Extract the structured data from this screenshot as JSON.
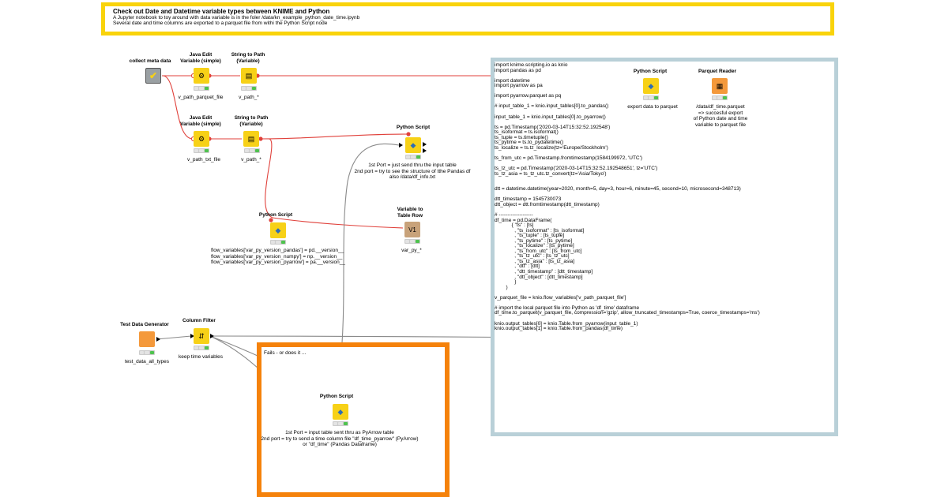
{
  "top_annotation": {
    "title": "Check out Date and Datetime variable types between KNIME and Python",
    "line1": "A Jupyter notebook to toy around with data variable is in the foler /data/kn_example_python_date_time.ipynb",
    "line2": "Several date and time columns are exported to a parquet file from withi the Python Script node"
  },
  "code_annotation": {
    "lines": [
      "import knime.scripting.io as knio",
      "import pandas as pd",
      "",
      "import datetime",
      "import pyarrow as pa",
      "",
      "import pyarrow.parquet as pq",
      "",
      "# input_table_1 = knio.input_tables[0].to_pandas()",
      "",
      "input_table_1 = knio.input_tables[0].to_pyarrow()",
      "",
      "ts = pd.Timestamp('2020-03-14T15:32:52.192548')",
      "ts_isoformat = ts.isoformat()",
      "ts_tuple = ts.timetuple()",
      "ts_pytime = ts.to_pydatetime()",
      "ts_localize = ts.tz_localize(tz='Europe/Stockholm')",
      "",
      "ts_from_utc = pd.Timestamp.fromtimestamp(1584199972, 'UTC')",
      "",
      "ts_tz_utc = pd.Timestamp('2020-03-14T15:32:52.192548651', tz='UTC')",
      "ts_tz_asia = ts_tz_utc.tz_convert(tz='Asia/Tokyo')",
      "",
      "",
      "dtt = datetime.datetime(year=2020, month=5, day=3, hour=6, minute=45, second=10, microsecond=348713)",
      "",
      "dtt_timestamp = 1545730073",
      "dtt_object = dtt.fromtimestamp(dtt_timestamp)",
      "",
      "# --------------------",
      "df_time = pd.DataFrame(",
      "            { \"ts\" : [ts]",
      "              , \"ts_isoformat\" : [ts_isoformat]",
      "              , \"ts_tuple\" : [ts_tuple]",
      "              , \"ts_pytime\" : [ts_pytime]",
      "              , \"ts_localize\" : [ts_pytime]",
      "              , \"ts_from_utc\" : [ts_from_utc]",
      "              , \"ts_tz_utc\" : [ts_tz_utc]",
      "              , \"ts_tz_asia\" : [ts_tz_asia]",
      "              , \"dtt\" : [dtt]",
      "              , \"dtt_timestamp\" : [dtt_timestamp]",
      "              , \"dtt_object\" : [dtt_timestamp]",
      "              }",
      "        )",
      "",
      "v_parquet_file = knio.flow_variables['v_path_parquet_file']",
      "",
      "# import the local parquet file into Python as 'df_time' dataframe",
      "df_time.to_parquet(v_parquet_file, compression='gzip', allow_truncated_timestamps=True, coerce_timestamps='ms')",
      "",
      "knio.output_tables[0] = knio.Table.from_pyarrow(input_table_1)",
      "knio.output_tables[1] = knio.Table.from_pandas(df_time)"
    ]
  },
  "orange_annotation": {
    "text": "Fails - or does it ..."
  },
  "nodes": {
    "collect_meta": {
      "title": "collect meta data",
      "label": ""
    },
    "java_edit_1": {
      "title_1": "Java Edit",
      "title_2": "Variable (simple)",
      "label": "v_path_parquet_file"
    },
    "string_path_1": {
      "title_1": "String to Path",
      "title_2": "(Variable)",
      "label": "v_path_*"
    },
    "java_edit_2": {
      "title_1": "Java Edit",
      "title_2": "Variable (simple)",
      "label": "v_path_txt_file"
    },
    "string_path_2": {
      "title_1": "String to Path",
      "title_2": "(Variable)",
      "label": "v_path_*"
    },
    "python_top": {
      "title": "Python Script",
      "label_1": "1st Port = just send thru the input table",
      "label_2": "2nd port = try to see the structure of tthe Pandas df",
      "label_3": "also /data/df_info.txt"
    },
    "python_mid": {
      "title": "Python Script",
      "label_1": "flow_variables['var_py_version_pandas'] = pd.__version__",
      "label_2": "flow_variables['var_py_version_numpy']    = np.__version__",
      "label_3": "flow_variables['var_py_version_pyarrow']    = pa.__version__"
    },
    "var_to_row": {
      "title_1": "Variable to",
      "title_2": "Table Row",
      "label": "var_py_*"
    },
    "python_export": {
      "title": "Python Script",
      "label": "export data to parquet"
    },
    "parquet_reader": {
      "title": "Parquet Reader",
      "label_1": "/data/df_time.parquet",
      "label_2": "=> succesful export",
      "label_3": "of Python date and time",
      "label_4": "variable to parquet file"
    },
    "test_gen": {
      "title": "Test Data Generator",
      "label": "test_data_all_types"
    },
    "column_filter": {
      "title": "Column Filter",
      "label": "keep time variables"
    },
    "python_bottom": {
      "title": "Python Script",
      "label_1": "1st Port = input table sent thru as PyArrow table",
      "label_2": "2nd port = try to send a time column file \"df_time_pyarrow\" (PyArrow)",
      "label_3": "or \"df_time\" (Pandas Dataframe)"
    }
  },
  "colors": {
    "yellow_border": "#f9d30a",
    "blue_border": "#b9d0d8",
    "orange_border": "#f5820b",
    "flow_variable_line": "#e0413b",
    "data_line": "#8a8a8a"
  }
}
